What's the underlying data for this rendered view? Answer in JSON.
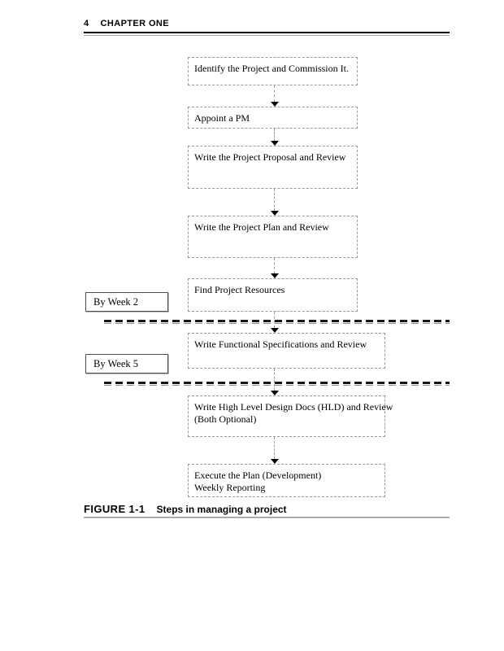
{
  "page": {
    "number": "4",
    "chapter": "CHAPTER ONE"
  },
  "figure": {
    "label": "FIGURE 1-1",
    "caption": "Steps in managing a project"
  },
  "flowchart": {
    "steps": [
      {
        "line1": "Identify the Project and Commission It."
      },
      {
        "line1": "Appoint a PM"
      },
      {
        "line1": "Write the Project Proposal and Review"
      },
      {
        "line1": "Write the Project Plan and Review"
      },
      {
        "line1": "Find Project Resources"
      },
      {
        "line1": "Write Functional Specifications and Review"
      },
      {
        "line1": "Write High Level Design Docs (HLD) and Review",
        "line2": "(Both Optional)"
      },
      {
        "line1": "Execute the Plan (Development)",
        "line2": "Weekly Reporting"
      }
    ],
    "milestones": [
      {
        "label": "By Week 2"
      },
      {
        "label": "By Week 5"
      }
    ]
  },
  "colors": {
    "text": "#000000",
    "dashed_border": "#9a9a9a",
    "rule": "#000000"
  }
}
